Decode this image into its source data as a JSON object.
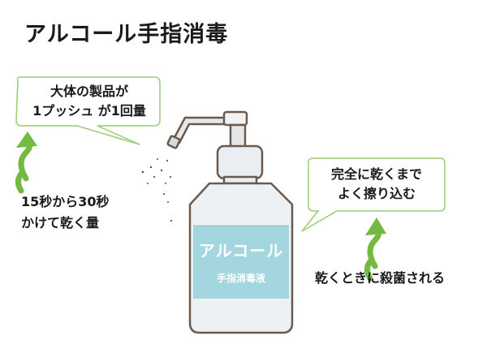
{
  "title": "アルコール手指消毒",
  "bubble_left": {
    "line1": "大体の製品が",
    "line2": "1プッシュ が1回量"
  },
  "note_left": {
    "line1": "15秒から30秒",
    "line2": "かけて乾く量"
  },
  "bubble_right": {
    "line1": "完全に乾くまで",
    "line2": "よく擦り込む"
  },
  "note_right": {
    "text": "乾くときに殺菌される"
  },
  "bottle_label": {
    "main": "アルコール",
    "sub": "手指消毒液"
  },
  "colors": {
    "accent_green": "#74b942",
    "bubble_border": "#9ccc73",
    "label_blue": "#a4d6e0",
    "bottle_outline": "#6b5a4e"
  }
}
